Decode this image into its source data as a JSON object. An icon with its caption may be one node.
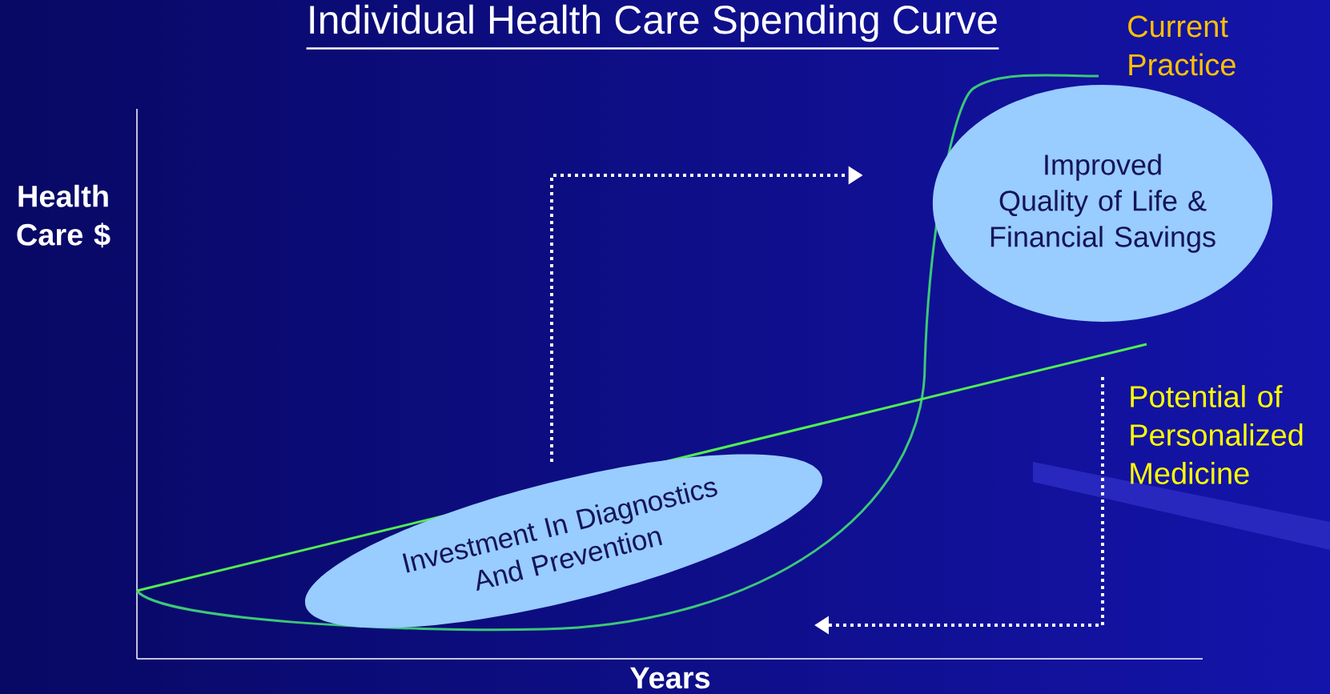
{
  "diagram": {
    "title": "Individual Health Care Spending Curve",
    "nodes": [
      {
        "text": [
          "Improved Quality of Life & Financial Savings"
        ]
      },
      {
        "text": [
          "Investment In Diagnostics And Prevention"
        ]
      }
    ],
    "edges": [
      {
        "from": 1,
        "to": 0,
        "arrow": "to",
        "style": "dashed"
      }
    ],
    "labels": [
      "Current Practice",
      "Health Care $",
      "Potential of Personalized Medicine",
      "Years"
    ]
  }
}
